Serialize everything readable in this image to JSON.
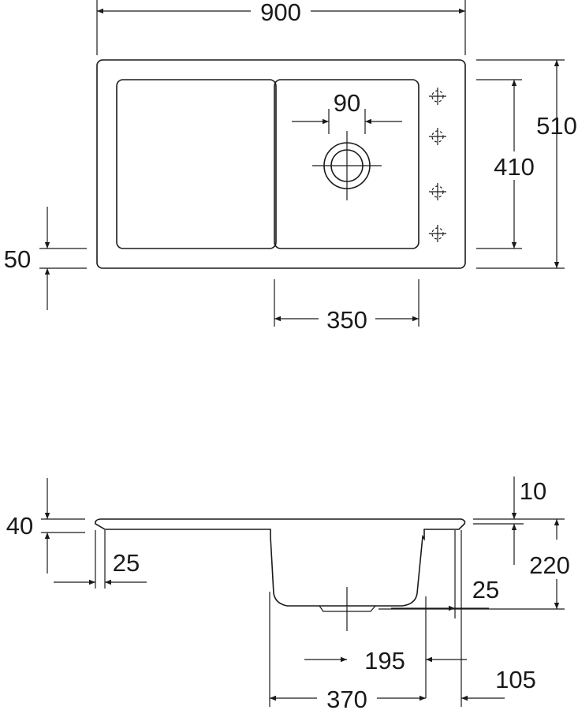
{
  "top_view": {
    "overall_width": "900",
    "overall_depth": "510",
    "bowl_depth": "410",
    "waste_diameter": "90",
    "bowl_width": "350",
    "front_margin": "50"
  },
  "side_view": {
    "rim_thickness": "40",
    "rim_overhang": "25",
    "rim_top_offset": "10",
    "bowl_depth": "220",
    "bowl_wall_offset": "25",
    "waste_offset": "195",
    "bowl_width": "370",
    "side_margin": "105"
  }
}
